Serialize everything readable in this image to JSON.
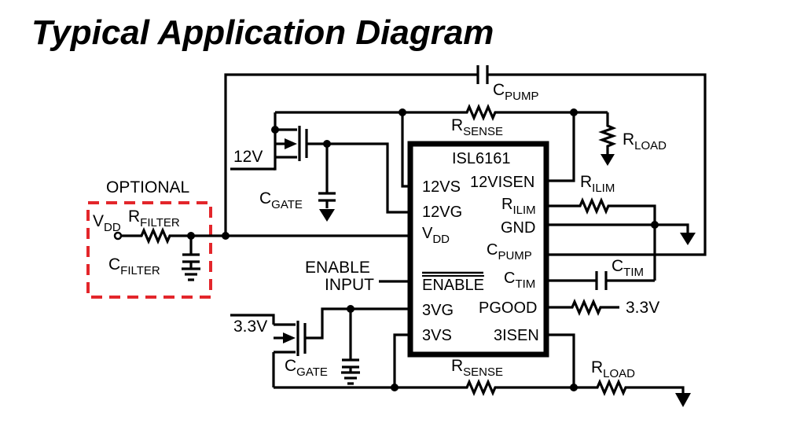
{
  "title": "Typical Application Diagram",
  "optional_box": {
    "label": "OPTIONAL",
    "vdd": {
      "main": "V",
      "sub": "DD"
    },
    "rfilter": {
      "main": "R",
      "sub": "FILTER"
    },
    "cfilter": {
      "main": "C",
      "sub": "FILTER"
    },
    "border_color": "#e3262b"
  },
  "ic": {
    "name": "ISL6161",
    "left_pins": {
      "vs12": "12VS",
      "vg12": "12VG",
      "vdd": {
        "main": "V",
        "sub": "DD"
      },
      "enable": "ENABLE",
      "vg3": "3VG",
      "vs3": "3VS"
    },
    "right_pins": {
      "visen12": "12VISEN",
      "rilim": {
        "main": "R",
        "sub": "ILIM"
      },
      "gnd": "GND",
      "cpump": {
        "main": "C",
        "sub": "PUMP"
      },
      "ctim": {
        "main": "C",
        "sub": "TIM"
      },
      "pgood": "PGOOD",
      "isen3": "3ISEN"
    }
  },
  "external": {
    "cpump": {
      "main": "C",
      "sub": "PUMP"
    },
    "rsense_top": {
      "main": "R",
      "sub": "SENSE"
    },
    "rload_top": {
      "main": "R",
      "sub": "LOAD"
    },
    "v12": "12V",
    "cgate_top": {
      "main": "C",
      "sub": "GATE"
    },
    "rilim": {
      "main": "R",
      "sub": "ILIM"
    },
    "ctim": {
      "main": "C",
      "sub": "TIM"
    },
    "v33_pgood": "3.3V",
    "enable_input_line1": "ENABLE",
    "enable_input_line2": "INPUT",
    "v33_fet": "3.3V",
    "cgate_bottom": {
      "main": "C",
      "sub": "GATE"
    },
    "rsense_bottom": {
      "main": "R",
      "sub": "SENSE"
    },
    "rload_bottom": {
      "main": "R",
      "sub": "LOAD"
    }
  }
}
